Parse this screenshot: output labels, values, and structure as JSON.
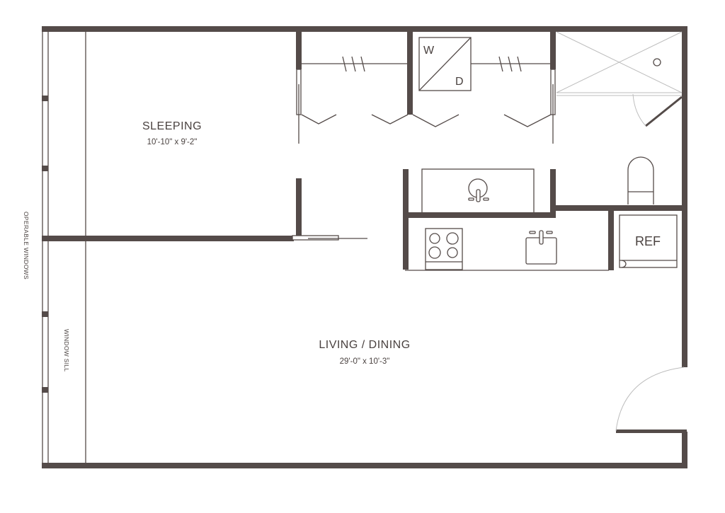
{
  "plan": {
    "rooms": [
      {
        "name": "SLEEPING",
        "dimensions": "10'-10\" x 9'-2\""
      },
      {
        "name": "LIVING / DINING",
        "dimensions": "29'-0\" x 10'-3\""
      }
    ],
    "labels": {
      "operable_windows": "OPERABLE WINDOWS",
      "window_sill": "WINDOW SILL"
    },
    "appliances": {
      "washer": "W",
      "dryer": "D",
      "refrigerator": "REF"
    },
    "colors": {
      "wall": "#544b49",
      "text": "#4a4240",
      "hairline": "#bdbdbd"
    }
  }
}
